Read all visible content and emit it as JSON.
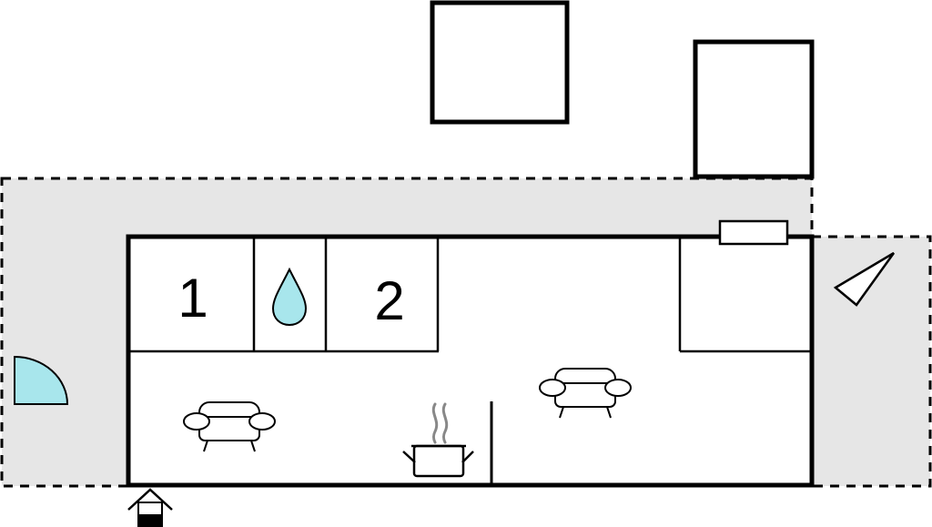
{
  "plan": {
    "rooms": [
      {
        "id": "bedroom-1",
        "label": "1",
        "icon": "bedroom-number"
      },
      {
        "id": "bathroom",
        "label": "",
        "icon": "water-drop-icon"
      },
      {
        "id": "bedroom-2",
        "label": "2",
        "icon": "bedroom-number"
      },
      {
        "id": "living-area",
        "label": "",
        "icon": "sofa-icon"
      },
      {
        "id": "kitchen",
        "label": "",
        "icon": "cooking-pot-icon"
      }
    ],
    "icons": [
      "sofa-icon",
      "cooking-pot-icon",
      "water-drop-icon",
      "door-swing-icon",
      "entrance-icon",
      "view-direction-icon"
    ],
    "colors": {
      "wall": "#000000",
      "terrace": "#e6e6e6",
      "water": "#a8e6ec",
      "pot_steam": "#888888"
    }
  }
}
